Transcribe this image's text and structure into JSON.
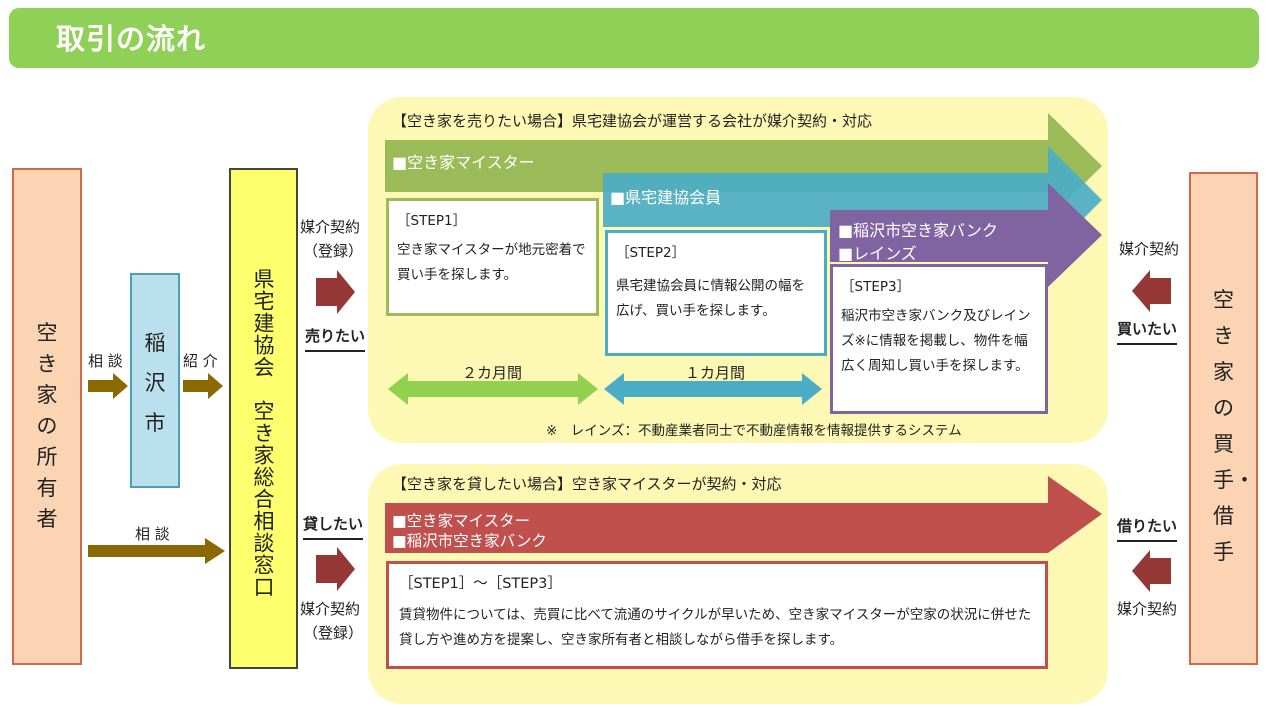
{
  "header": {
    "title": "取引の流れ"
  },
  "owner": {
    "label": "空き家の所有者"
  },
  "city": {
    "label": "稲沢市"
  },
  "window": {
    "label": "県宅建協会　空き家総合相談窓口"
  },
  "buyer": {
    "label": "空き家の買手・借手"
  },
  "left_flow": {
    "consult_top": "相 談",
    "introduce": "紹 介",
    "consult_bottom": "相 談"
  },
  "middle": {
    "sell_contract": "媒介契約",
    "sell_register": "（登録）",
    "sell_want": "売りたい",
    "lend_want": "貸したい",
    "lend_contract": "媒介契約",
    "lend_register": "（登録）"
  },
  "right": {
    "buy_contract": "媒介契約",
    "buy_want": "買いたい",
    "rent_want": "借りたい",
    "rent_contract": "媒介契約"
  },
  "sell": {
    "title": "【空き家を売りたい場合】県宅建協会が運営する会社が媒介契約・対応",
    "band1": "■空き家マイスター",
    "band2": "■県宅建協会員",
    "band3_line1": "■稲沢市空き家バンク",
    "band3_line2": "■レインズ",
    "step1_title": "［STEP1］",
    "step1_text": "空き家マイスターが地元密着で買い手を探します。",
    "step2_title": "［STEP2］",
    "step2_text": "県宅建協会員に情報公開の幅を広げ、買い手を探します。",
    "step3_title": "［STEP3］",
    "step3_text": "稲沢市空き家バンク及びレインズ※に情報を掲載し、物件を幅広く周知し買い手を探します。",
    "period1": "２カ月間",
    "period2": "１カ月間",
    "note": "※　レインズ：不動産業者同士で不動産情報を情報提供するシステム"
  },
  "lend": {
    "title": "【空き家を貸したい場合】空き家マイスターが契約・対応",
    "band_line1": "■空き家マイスター",
    "band_line2": "■稲沢市空き家バンク",
    "step_title": "［STEP1］～［STEP3］",
    "step_text": "賃貸物件については、売買に比べて流通のサイクルが早いため、空き家マイスターが空家の状況に併せた貸し方や進め方を提案し、空き家所有者と相談しながら借手を探します。"
  },
  "colors": {
    "header": "#8fd056",
    "band_green": "#9bbb59",
    "band_teal": "#4bacc6",
    "band_purple": "#8064a2",
    "band_red": "#c0504d",
    "arrow_olive": "#8a6a00",
    "arrow_red": "#953735"
  }
}
